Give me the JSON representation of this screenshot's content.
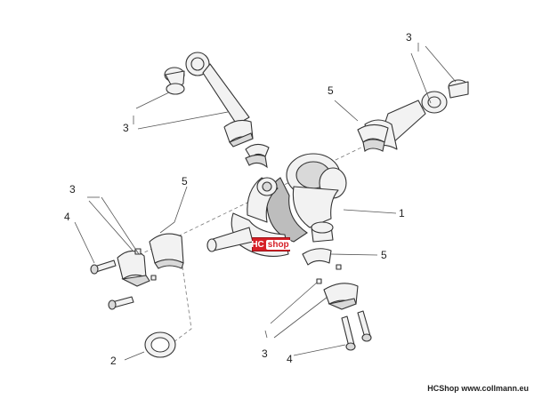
{
  "callouts": {
    "crankshaft": "1",
    "thrust_washer": "2",
    "upper_right": "3",
    "upper_left": "3",
    "mid_left": "3",
    "lower_mid": "3",
    "bolts_left": "4",
    "bolts_lower": "4",
    "bearing_upper": "5",
    "bearing_mid": "5",
    "bearing_right": "5"
  },
  "logo": {
    "hc": "HC",
    "shop": "shop"
  },
  "footer": {
    "shop_name": "HCShop",
    "url": "www.collmann.eu"
  }
}
